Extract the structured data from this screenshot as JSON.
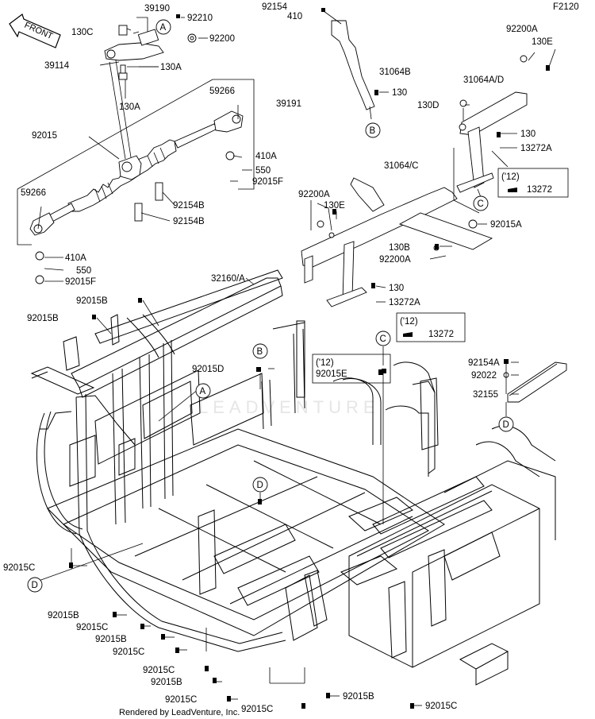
{
  "diagram_code": "F2120",
  "front_arrow": "FRONT",
  "watermark": "LEADVENTURE",
  "footer": "Rendered by LeadVenture, Inc.",
  "year_note": "('12)",
  "callouts": {
    "a": "A",
    "b": "B",
    "c": "C",
    "d": "D"
  },
  "parts": {
    "p39190": "39190",
    "p92210": "92210",
    "p130c": "130C",
    "p92200": "92200",
    "p39114": "39114",
    "p130a_1": "130A",
    "p130a_2": "130A",
    "p92154": "92154",
    "p410": "410",
    "p31064b": "31064B",
    "p130_1": "130",
    "p92200a_1": "92200A",
    "p130e_1": "130E",
    "p31064ad": "31064A/D",
    "p130d": "130D",
    "p130_2": "130",
    "p13272a_1": "13272A",
    "p59266_1": "59266",
    "p39191": "39191",
    "p92015": "92015",
    "p410a_1": "410A",
    "p550_1": "550",
    "p92015f_1": "92015F",
    "p31064c": "31064/C",
    "p13272_1": "13272",
    "p92200a_2": "92200A",
    "p130e_2": "130E",
    "p92015a": "92015A",
    "p59266_2": "59266",
    "p92154b_1": "92154B",
    "p92154b_2": "92154B",
    "p130b": "130B",
    "p92200a_3": "92200A",
    "p410a_2": "410A",
    "p550_2": "550",
    "p92015f_2": "92015F",
    "p32160a": "32160/A",
    "p130_3": "130",
    "p13272a_2": "13272A",
    "p92015b_1": "92015B",
    "p92015b_2": "92015B",
    "p13272_2": "13272",
    "p92015d": "92015D",
    "p92015e": "92015E",
    "p92154a": "92154A",
    "p92022": "92022",
    "p32155": "32155",
    "p92015c_1": "92015C",
    "p92015b_3": "92015B",
    "p92015c_2": "92015C",
    "p92015b_4": "92015B",
    "p92015c_3": "92015C",
    "p92015c_4": "92015C",
    "p92015b_5": "92015B",
    "p92015c_5": "92015C",
    "p92015c_6": "92015C",
    "p92015b_6": "92015B",
    "p92015c_7": "92015C"
  }
}
